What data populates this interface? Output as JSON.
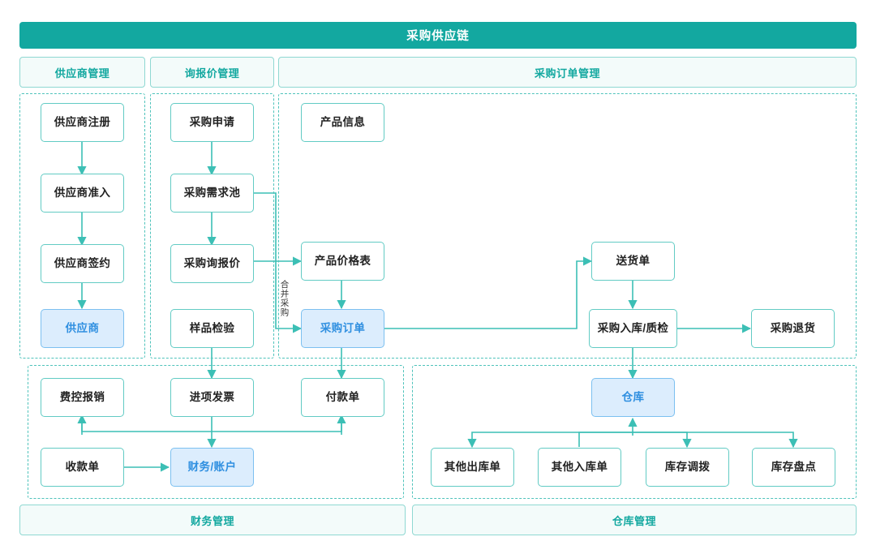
{
  "title": "采购供应链",
  "colors": {
    "header_bg": "#13a8a0",
    "header_text": "#ffffff",
    "section_bg": "#f3fbfa",
    "section_border": "#8fd8d2",
    "section_text": "#13a8a0",
    "node_border": "#62cbc4",
    "node_text": "#222222",
    "highlight_bg": "#dcedfd",
    "highlight_border": "#7cc0f0",
    "highlight_text": "#2f8fe0",
    "group_border": "#4fc3bb",
    "wire": "#3cbfb5"
  },
  "sections": {
    "supplier": "供应商管理",
    "quotation": "询报价管理",
    "purchase_order": "采购订单管理",
    "finance": "财务管理",
    "warehouse": "仓库管理"
  },
  "nodes": {
    "supplier_register": "供应商注册",
    "supplier_access": "供应商准入",
    "supplier_contract": "供应商签约",
    "supplier": "供应商",
    "purchase_request": "采购申请",
    "demand_pool": "采购需求池",
    "purchase_quote": "采购询报价",
    "sample_check": "样品检验",
    "product_info": "产品信息",
    "price_list": "产品价格表",
    "purchase_order": "采购订单",
    "delivery_note": "送货单",
    "inbound_qc": "采购入库/质检",
    "purchase_return": "采购退货",
    "expense_claim": "费控报销",
    "input_invoice": "进项发票",
    "payment_note": "付款单",
    "receipt_note": "收款单",
    "finance_account": "财务/账户",
    "warehouse": "仓库",
    "other_outbound": "其他出库单",
    "other_inbound": "其他入库单",
    "stock_transfer": "库存调拨",
    "stock_count": "库存盘点"
  },
  "edge_labels": {
    "merge_purchase": "合并采购"
  }
}
